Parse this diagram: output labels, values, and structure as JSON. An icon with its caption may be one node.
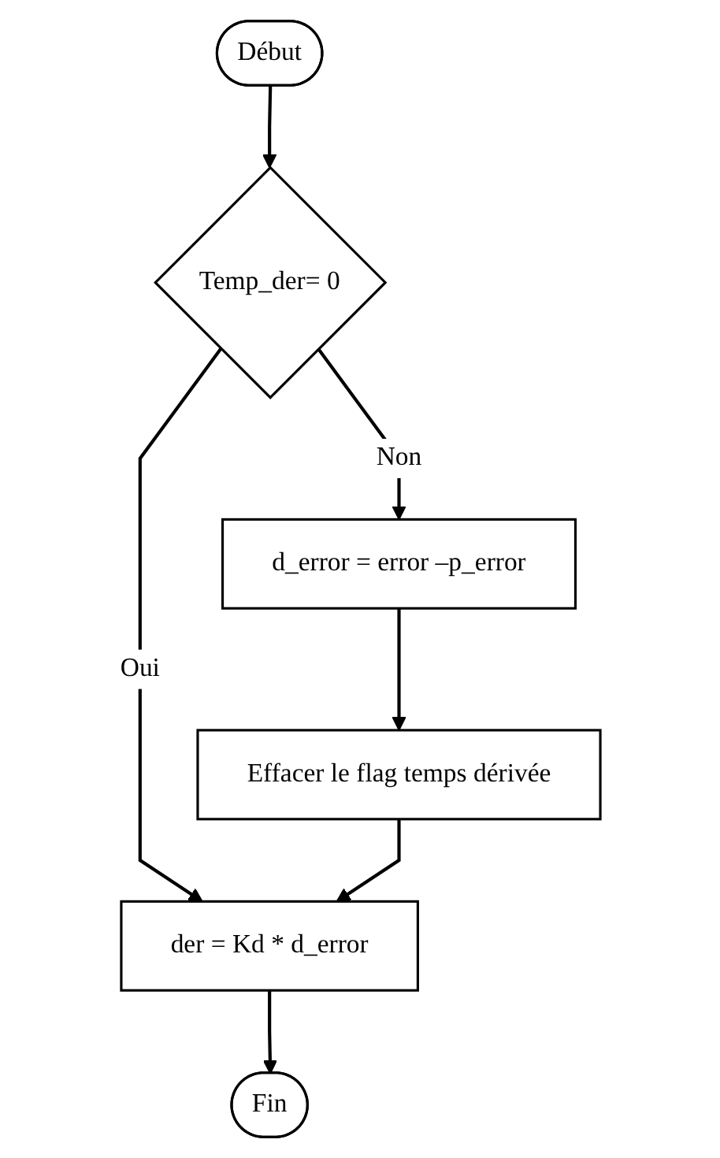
{
  "diagram": {
    "nodes": [
      {
        "text": [
          "Début"
        ]
      },
      {
        "text": [
          "Temp_der= 0"
        ]
      },
      {
        "text": [
          "d_error = error –p_error"
        ]
      },
      {
        "text": [
          "Effacer le flag temps dérivée"
        ]
      },
      {
        "text": [
          "der = Kd * d_error"
        ]
      },
      {
        "text": [
          "Fin"
        ]
      }
    ],
    "edges": [
      {
        "from": 0,
        "to": 1,
        "arrow": "to"
      },
      {
        "from": 1,
        "to": 2,
        "label": "Non",
        "arrow": "to"
      },
      {
        "from": 2,
        "to": 3,
        "arrow": "to"
      },
      {
        "from": 1,
        "to": 4,
        "label": "Oui",
        "arrow": "to"
      },
      {
        "from": 3,
        "to": 4,
        "arrow": "to"
      },
      {
        "from": 4,
        "to": 5,
        "arrow": "to"
      }
    ]
  }
}
